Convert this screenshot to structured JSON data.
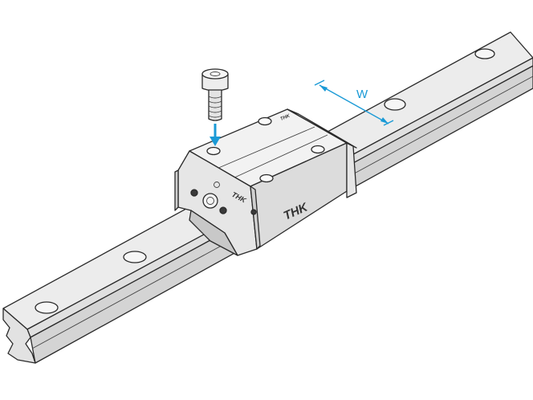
{
  "labels": {
    "dimension": "W",
    "brand_front": "THK",
    "brand_end": "THK",
    "brand_top": "THK"
  },
  "colors": {
    "dimension": "#1a9ad6",
    "outline": "#2a2a2a",
    "rail_top": "#ececec",
    "rail_side": "#d4d4d4",
    "block_top": "#f2f2f2",
    "block_side": "#dcdcdc",
    "end_plate": "#e6e6e6"
  },
  "icons": {
    "bolt": "socket-cap-screw-icon",
    "arrow": "insert-arrow-icon"
  }
}
